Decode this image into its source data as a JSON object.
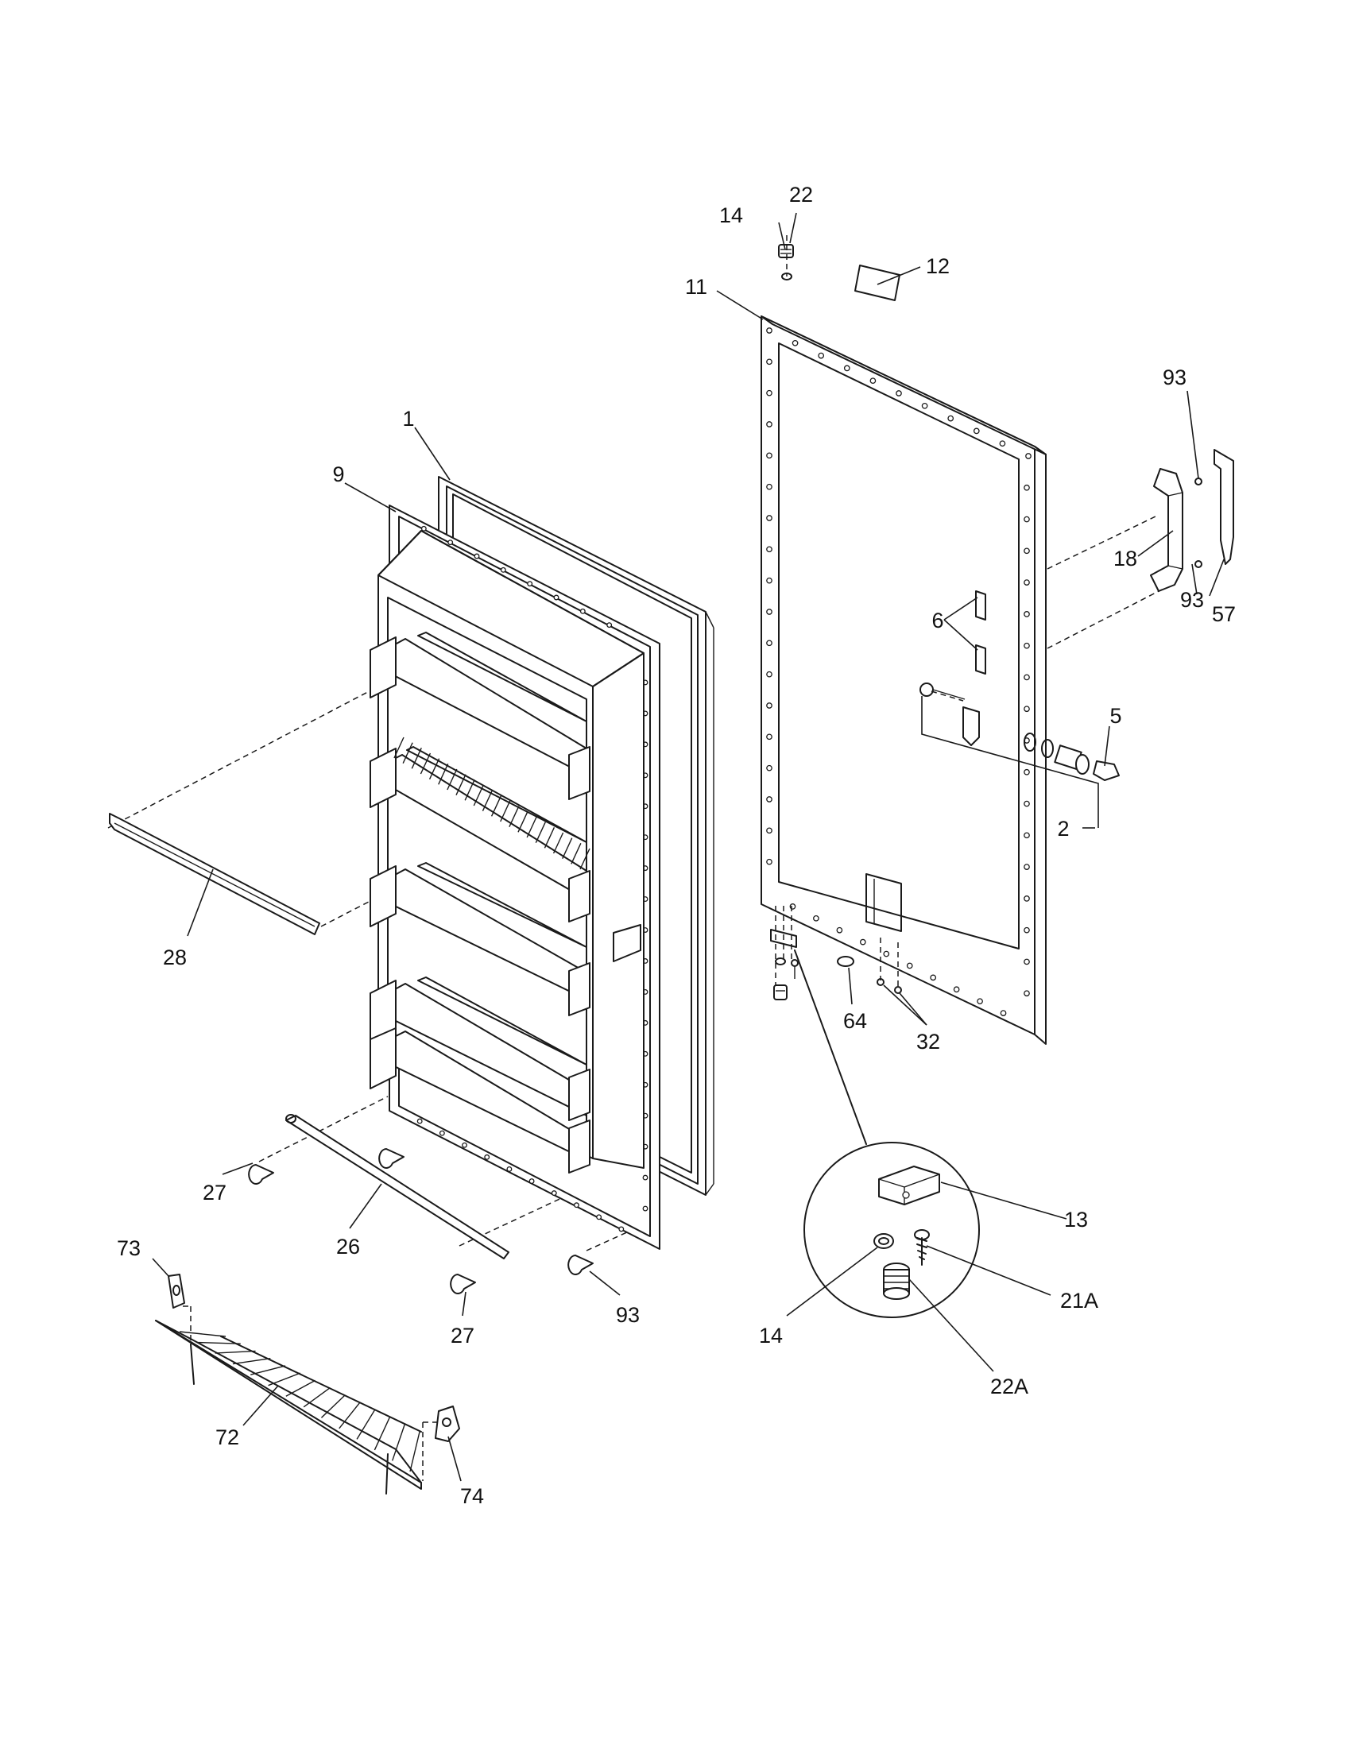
{
  "colors": {
    "ink": "#1a1a1a",
    "paper": "#ffffff"
  },
  "labels": {
    "p1": "1",
    "p2": "2",
    "p5": "5",
    "p6": "6",
    "p9": "9",
    "p11": "11",
    "p12": "12",
    "p13": "13",
    "p14_top": "14",
    "p14_detail": "14",
    "p18": "18",
    "p21a": "21A",
    "p22_top": "22",
    "p22a": "22A",
    "p26": "26",
    "p27_upper": "27",
    "p27_lower": "27",
    "p28": "28",
    "p32": "32",
    "p57": "57",
    "p64": "64",
    "p72": "72",
    "p73": "73",
    "p74": "74",
    "p93_top": "93",
    "p93_mid": "93",
    "p93_bottom": "93"
  }
}
